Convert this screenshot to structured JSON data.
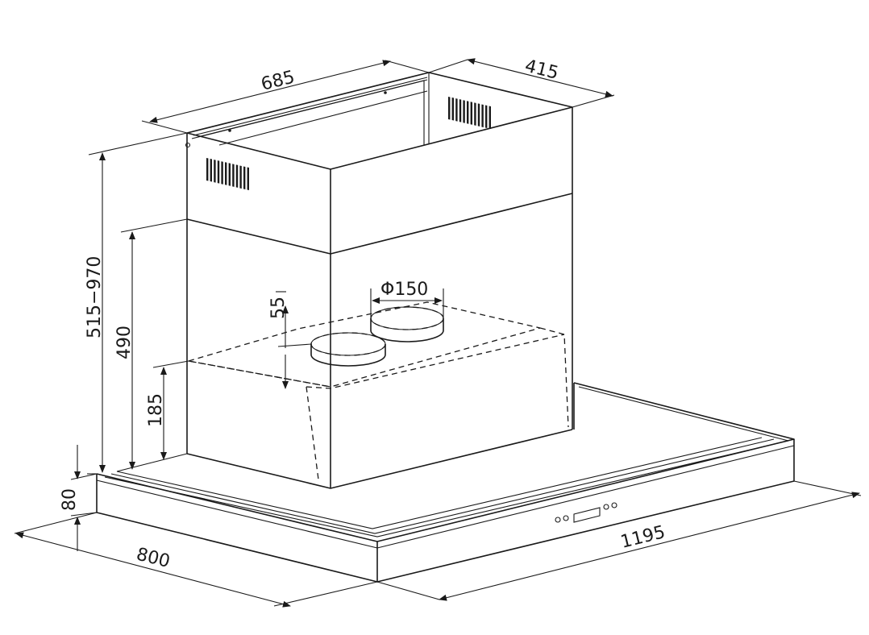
{
  "dimensions": {
    "chimney_width": "685",
    "chimney_depth": "415",
    "total_height": "515−970",
    "chimney_height": "490",
    "motor_height": "185",
    "outlet_offset": "55",
    "outlet_diameter": "Φ150",
    "canopy_thickness": "80",
    "canopy_depth": "800",
    "canopy_width": "1195"
  },
  "icons": {
    "vent": "vent-slots-icon",
    "control_panel": "control-panel-icon"
  },
  "colors": {
    "line": "#1a1a1a",
    "background": "#ffffff"
  }
}
